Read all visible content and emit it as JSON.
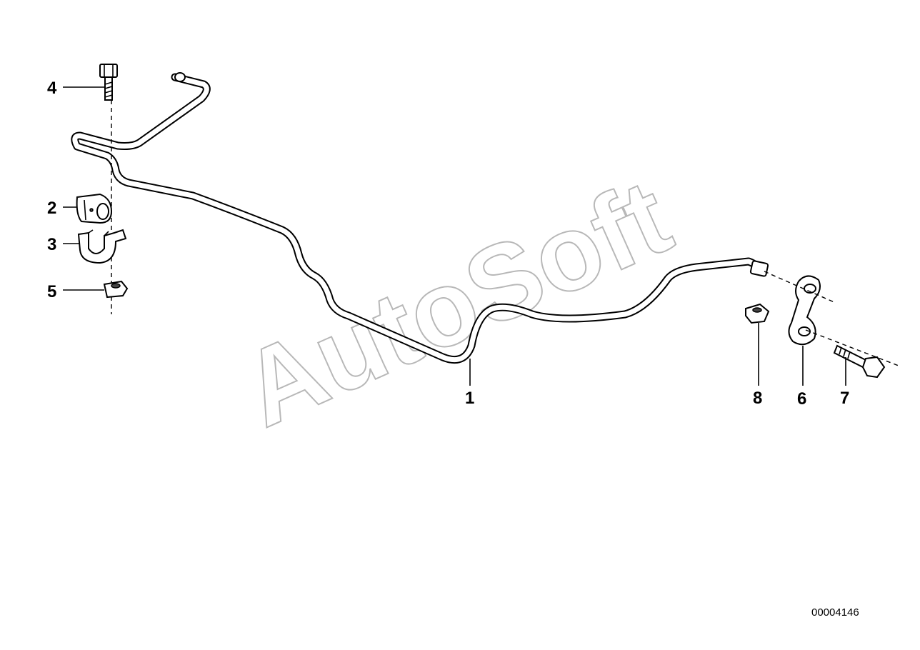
{
  "diagram": {
    "watermark": "AutoSoft",
    "document_number": "00004146",
    "callouts": [
      {
        "id": "callout-1",
        "label": "1"
      },
      {
        "id": "callout-2",
        "label": "2"
      },
      {
        "id": "callout-3",
        "label": "3"
      },
      {
        "id": "callout-4",
        "label": "4"
      },
      {
        "id": "callout-5",
        "label": "5"
      },
      {
        "id": "callout-6",
        "label": "6"
      },
      {
        "id": "callout-7",
        "label": "7"
      },
      {
        "id": "callout-8",
        "label": "8"
      }
    ]
  }
}
